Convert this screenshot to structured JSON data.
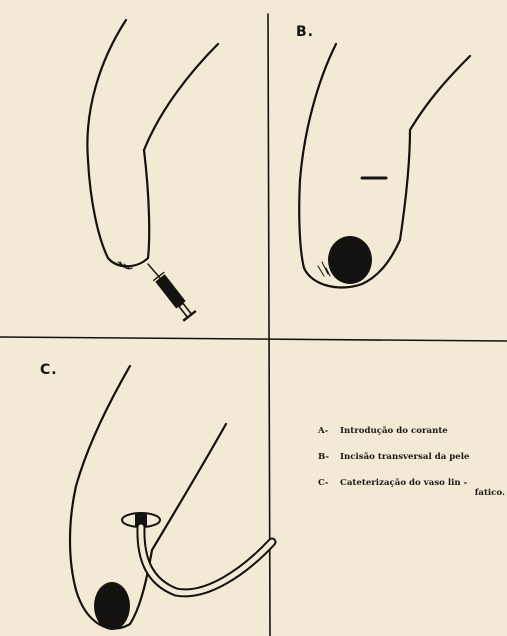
{
  "panels": {
    "a": {
      "label": ""
    },
    "b": {
      "label": "B."
    },
    "c": {
      "label": "C."
    },
    "d": {
      "label": ""
    }
  },
  "legend": {
    "items": [
      {
        "key": "A-",
        "text": "Introdução do corante",
        "cont": ""
      },
      {
        "key": "B-",
        "text": "Incisão transversal da pele",
        "cont": ""
      },
      {
        "key": "C-",
        "text": "Cateterização do vaso lin -",
        "cont": "fatico."
      }
    ]
  },
  "colors": {
    "paper": "#f3ead5",
    "ink": "#141210"
  }
}
